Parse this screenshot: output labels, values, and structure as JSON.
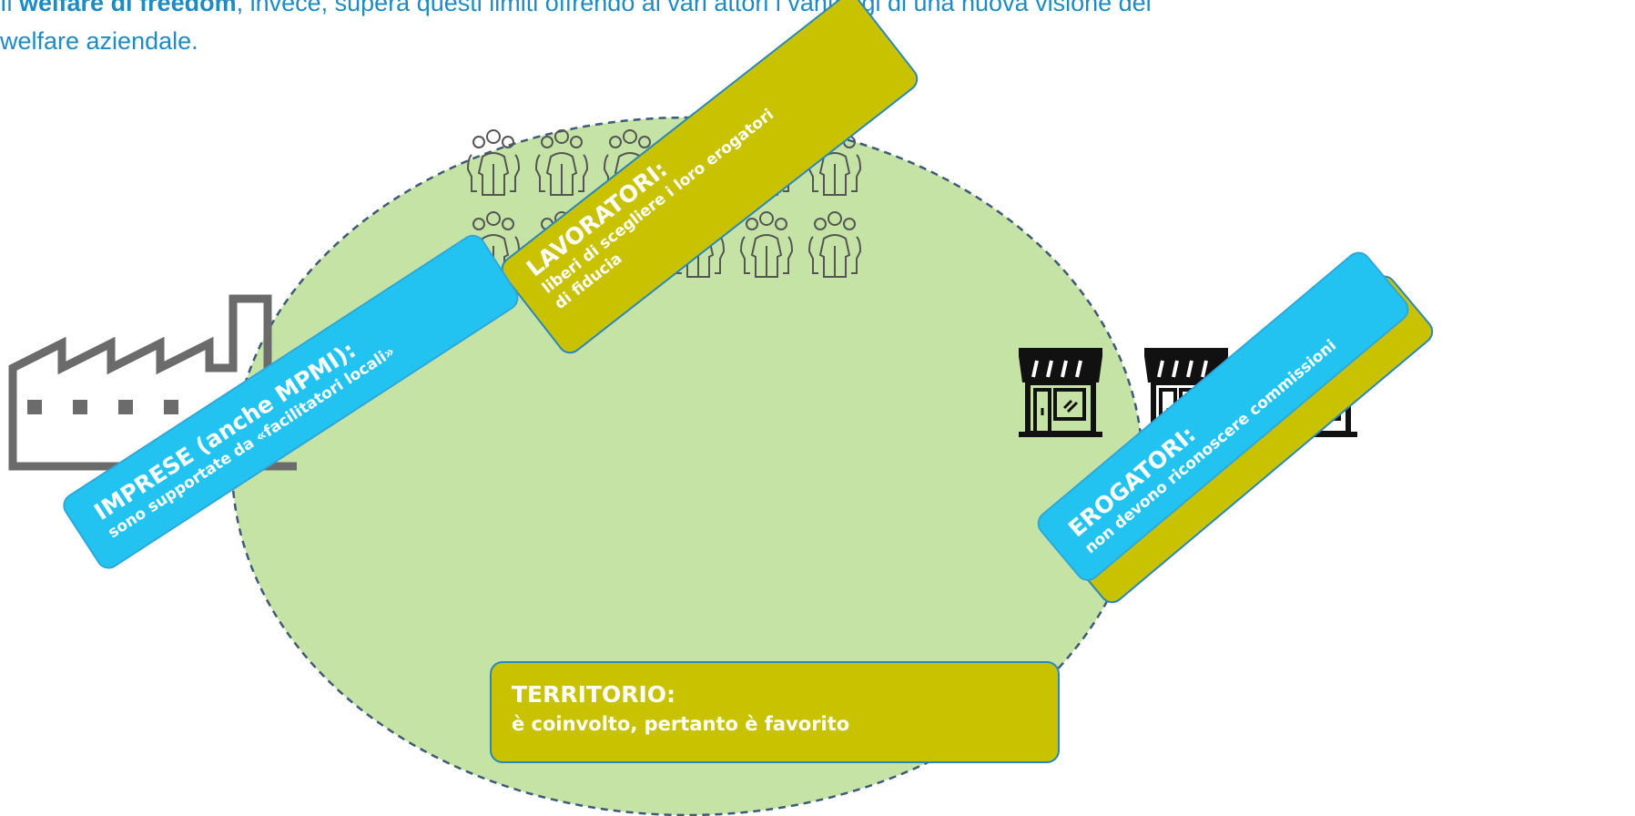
{
  "colors": {
    "intro_text": "#1e8bc3",
    "ellipse_fill": "#c5e3a5",
    "ellipse_stroke": "#3f5a78",
    "card_olive": "#c8c200",
    "card_blue": "#22c3f1",
    "icon_gray": "#6b6b6b",
    "icon_black": "#111111"
  },
  "intro": {
    "line1_prefix": "Il ",
    "line1_bold": "welfare di freedom",
    "line1_suffix": ", invece, supera questi limiti offrendo ai vari attori i vantaggi di una nuova visione del",
    "line2": "welfare aziendale."
  },
  "cards": {
    "lavoratori": {
      "title": "LAVORATORI:",
      "desc_line1": "liberi di scegliere i loro erogatori",
      "desc_line2": "di fiducia"
    },
    "imprese": {
      "title": "IMPRESE (anche MPMI):",
      "desc": "sono supportate da «facilitatori locali»"
    },
    "erogatori": {
      "title": "EROGATORI:",
      "desc": "non devono riconoscere commissioni"
    },
    "territorio": {
      "title": "TERRITORIO:",
      "desc": "è coinvolto, pertanto è favorito"
    }
  },
  "icons": {
    "workers": "people-group-icon",
    "factory": "factory-icon",
    "shops": "storefront-icon"
  }
}
